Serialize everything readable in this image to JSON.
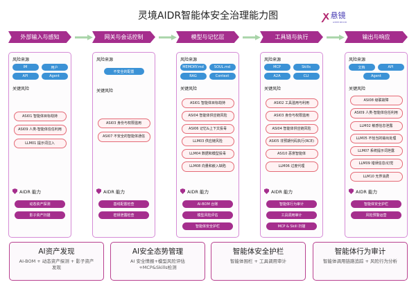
{
  "title": "灵境AIDR智能体安全治理能力图",
  "logo": {
    "text": "悬镜",
    "sub": "ANMIRROR"
  },
  "labels": {
    "sources": "风险来源",
    "risks": "关键风险",
    "aidr": "AIDR 能力"
  },
  "colors": {
    "stage": "#a52e8d",
    "source": "#3b92d6",
    "risk_border": "#e46a76",
    "arrow": "#a8d4a8"
  },
  "columns": [
    {
      "stage": "外部输入与感知",
      "sources": [
        "IM",
        "用户",
        "API",
        "Agent"
      ],
      "risks": [
        "ASI01 智能体目标劫持",
        "ASI09 人类-智能体信任利用",
        "LLM01 提示词注入"
      ],
      "capabilities": [
        "动态资产探测",
        "影子资产扫描"
      ]
    },
    {
      "stage": "网关与会话控制",
      "sources": [
        "不安全的配置"
      ],
      "risks": [
        "ASI03 身份与权限滥用",
        "ASI07 不安全的智能体通信"
      ],
      "capabilities": [
        "基线配置检查",
        "密钥泄露检查"
      ]
    },
    {
      "stage": "模型与记忆层",
      "sources": [
        "MEMORY.md",
        "SOUL.md",
        "RAG",
        "Context"
      ],
      "risks": [
        "ASI01 智能体目标劫持",
        "ASI04 智能体供应链风险",
        "ASI06 记忆&上下文投毒",
        "LLM03 供应链风险",
        "LLM04 数据和模型投毒",
        "LLM08 向量和嵌入缺陷"
      ],
      "capabilities": [
        "AI-BOM 台账",
        "模型风险评估",
        "智能体安全护栏"
      ]
    },
    {
      "stage": "工具链与执行",
      "sources": [
        "MCP",
        "Skills",
        "A2A",
        "CLI"
      ],
      "risks": [
        "ASI02 工具滥用与利用",
        "ASI03 身份与权限滥用",
        "ASI04 智能体供应链风险",
        "ASI05 非预期代码执行(RCE)",
        "ASI10 恶意智能体",
        "LLM06 过度代理"
      ],
      "capabilities": [
        "智能体行为审计",
        "工具调用审计",
        "MCP & Skill 扫描"
      ]
    },
    {
      "stage": "输出与响应",
      "sources": [
        "文档",
        "API",
        "Agent"
      ],
      "risks": [
        "ASI08 级联故障",
        "ASI09 人类-智能体信任利用",
        "LLM02 敏感信息泄露",
        "LLM05 不恰当的输出处理",
        "LLM07 系统提示词泄露",
        "LLM09 错误信息/幻觉",
        "LLM10 无界消费"
      ],
      "capabilities": [
        "智能体安全护栏",
        "风险预警运营"
      ]
    }
  ],
  "summary": [
    {
      "title": "AI资产发现",
      "desc": "AI-BOM + 动态资产探测 + 影子资产发现"
    },
    {
      "title": "AI安全态势管理",
      "desc": "AI 安全情报+模型风险评估+MCP&Skills检测"
    },
    {
      "title": "智能体安全护栏",
      "desc": "智能体围栏 + 工具调用审计"
    },
    {
      "title": "智能体行为审计",
      "desc": "智能体调用链路追踪 + 风险行为分析"
    }
  ]
}
